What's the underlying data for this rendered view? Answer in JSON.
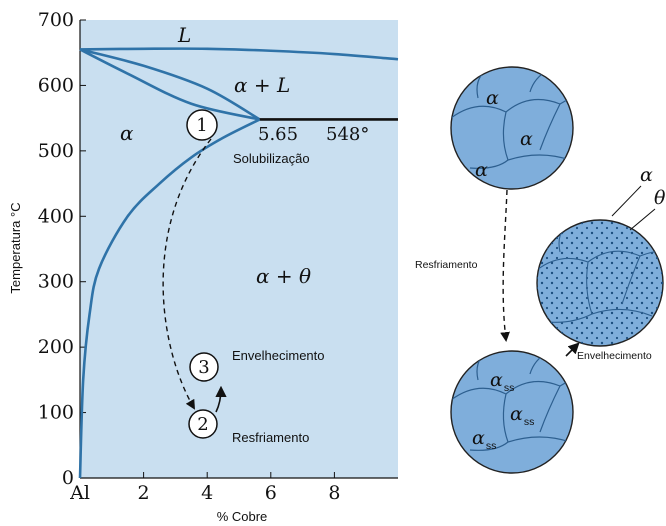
{
  "chart_data": {
    "type": "line",
    "ylabel": "Temperatura °C",
    "xlabel": "% Cobre",
    "xlim": [
      0,
      10
    ],
    "ylim": [
      0,
      700
    ],
    "x_tick_labels": [
      "Al",
      "2",
      "4",
      "6",
      "8"
    ],
    "y_tick_labels": [
      "0",
      "100",
      "200",
      "300",
      "400",
      "500",
      "600",
      "700"
    ],
    "phase_labels": {
      "liquid": "L",
      "alpha_liquid": "α + L",
      "alpha": "α",
      "alpha_theta": "α + θ"
    },
    "eutectic_composition": "5.65",
    "eutectic_temperature": "548°",
    "series": [
      {
        "name": "liquidus_left",
        "points": [
          [
            0,
            655
          ],
          [
            2,
            630
          ],
          [
            4,
            595
          ],
          [
            5.65,
            548
          ]
        ]
      },
      {
        "name": "liquidus_right",
        "points": [
          [
            0,
            655
          ],
          [
            2,
            656
          ],
          [
            4,
            656
          ],
          [
            6,
            653
          ],
          [
            8,
            648
          ],
          [
            10,
            640
          ]
        ]
      },
      {
        "name": "solidus",
        "points": [
          [
            0,
            655
          ],
          [
            1.5,
            618
          ],
          [
            3.5,
            572
          ],
          [
            5.65,
            548
          ]
        ]
      },
      {
        "name": "eutectic",
        "points": [
          [
            5.65,
            548
          ],
          [
            10,
            548
          ]
        ]
      },
      {
        "name": "solvus",
        "points": [
          [
            0,
            0
          ],
          [
            0.1,
            150
          ],
          [
            0.3,
            250
          ],
          [
            0.6,
            320
          ],
          [
            1.5,
            400
          ],
          [
            2.5,
            450
          ],
          [
            3.5,
            490
          ],
          [
            4.5,
            520
          ],
          [
            5.65,
            548
          ]
        ]
      }
    ],
    "steps": [
      {
        "number": "1",
        "label": "Solubilização"
      },
      {
        "number": "2",
        "label": "Resfriamento"
      },
      {
        "number": "3",
        "label": "Envelhecimento"
      }
    ]
  },
  "micro": {
    "top": {
      "labels": [
        "α",
        "α",
        "α"
      ]
    },
    "right": {
      "labels": [
        "α",
        "θ"
      ]
    },
    "bottom": {
      "labels": [
        "α",
        "ss",
        "α",
        "ss",
        "α",
        "ss"
      ]
    },
    "arrow_left_label": "Resfriamento",
    "arrow_right_label": "Envelhecimento"
  }
}
